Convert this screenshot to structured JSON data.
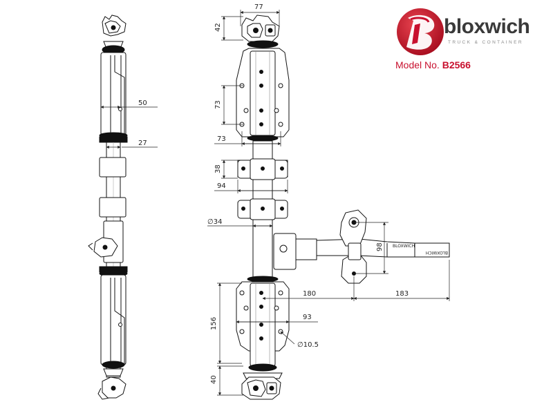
{
  "brand": {
    "name": "bloxwich",
    "tagline": "TRUCK & CONTAINER",
    "accent_color": "#c8102e"
  },
  "model": {
    "label": "Model No.",
    "number": "B2566"
  },
  "dimensions": {
    "top_width": "77",
    "top_height": "42",
    "bracket_spacing": "73",
    "bracket_width": "73",
    "guide_height": "38",
    "guide_width": "94",
    "tube_diameter": "∅34",
    "side_depth_1": "50",
    "side_depth_2": "27",
    "handle_height": "98",
    "handle_offset": "180",
    "handle_length": "183",
    "bottom_bracket_height": "156",
    "bottom_bracket_width": "93",
    "hole_diameter": "∅10.5",
    "bottom_height": "40"
  },
  "handle_stamp": "BLOXWICH"
}
